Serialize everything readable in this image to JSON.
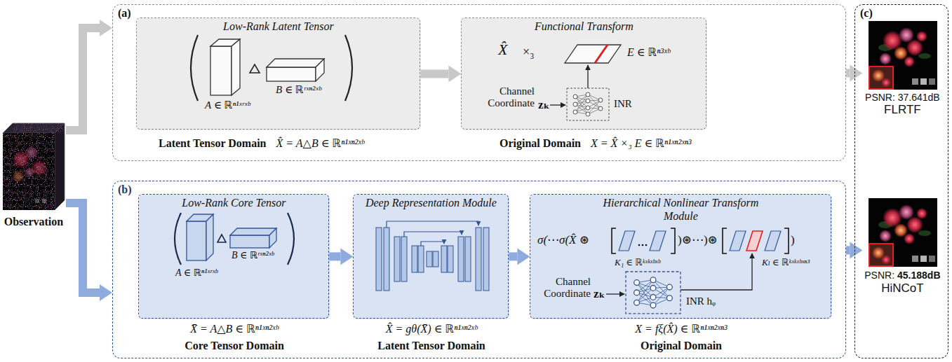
{
  "diagram": {
    "nodes": [
      {
        "text": [
          "Observation"
        ]
      },
      {
        "text": [
          "(a)"
        ]
      },
      {
        "text": [
          "Low-Rank Latent Tensor"
        ],
        "in": 1
      },
      {
        "text": [
          "Functional Transform"
        ],
        "in": 1
      },
      {
        "text": [
          "(b)"
        ]
      },
      {
        "text": [
          "Low-Rank Core Tensor"
        ],
        "in": 4
      },
      {
        "text": [
          "Deep Representation Module"
        ],
        "in": 4
      },
      {
        "text": [
          "Hierarchical Nonlinear Transform Module"
        ],
        "in": 4
      },
      {
        "text": [
          "(c)"
        ]
      },
      {
        "text": [
          "PSNR: 37.641dB",
          "FLRTF"
        ],
        "in": 8
      },
      {
        "text": [
          "PSNR:",
          "45.188dB",
          "HiNCoT"
        ],
        "in": 8
      }
    ],
    "edges": [
      {
        "from": 0,
        "to": 1,
        "arrow": "to"
      },
      {
        "from": 0,
        "to": 4,
        "arrow": "to"
      },
      {
        "from": 2,
        "to": 3,
        "arrow": "to"
      },
      {
        "from": 1,
        "to": 9,
        "arrow": "to"
      },
      {
        "from": 5,
        "to": 6,
        "arrow": "to"
      },
      {
        "from": 6,
        "to": 7,
        "arrow": "to"
      },
      {
        "from": 4,
        "to": 10,
        "arrow": "to"
      }
    ],
    "labels": [
      "A ∈ ℝⁿ¹ˣʳˣᵇ",
      "B ∈ ℝʳˣⁿ²ˣᵇ",
      "Latent Tensor Domain",
      "X̂ = A△B ∈ ℝⁿ¹ˣⁿ²ˣᵇ",
      "X̂",
      "×₃",
      "E ∈ ℝⁿ³ˣᵇ",
      "Channel Coordinate",
      "zₖ",
      "INR",
      "Original Domain",
      "X = X̂ ×₃ E ∈ ℝⁿ¹ˣⁿ²ˣⁿ³",
      "A ∈ ℝⁿ¹ˣʳˣᵇ",
      "B ∈ ℝʳˣⁿ²ˣᵇ",
      "X̄ = A△B ∈ ℝⁿ¹ˣⁿ²ˣᵇ",
      "Core Tensor Domain",
      "X̂ = gθ(X̄) ∈ ℝⁿ¹ˣⁿ²ˣᵇ",
      "Latent Tensor Domain",
      "σ(⋯σ(X̂ ⊛",
      ")⊛⋯)⊛",
      ")",
      "K₁ ∈ ℝᵏˣᵏˣᵇˣᵇ",
      "Kₗ ∈ ℝᵏˣᵏˣᵇˣⁿ³",
      "Channel Coordinate",
      "zₖ",
      "INR hᵩ",
      "X = fξ(X̂) ∈ ℝⁿ¹ˣⁿ²ˣⁿ³",
      "Original Domain"
    ]
  }
}
